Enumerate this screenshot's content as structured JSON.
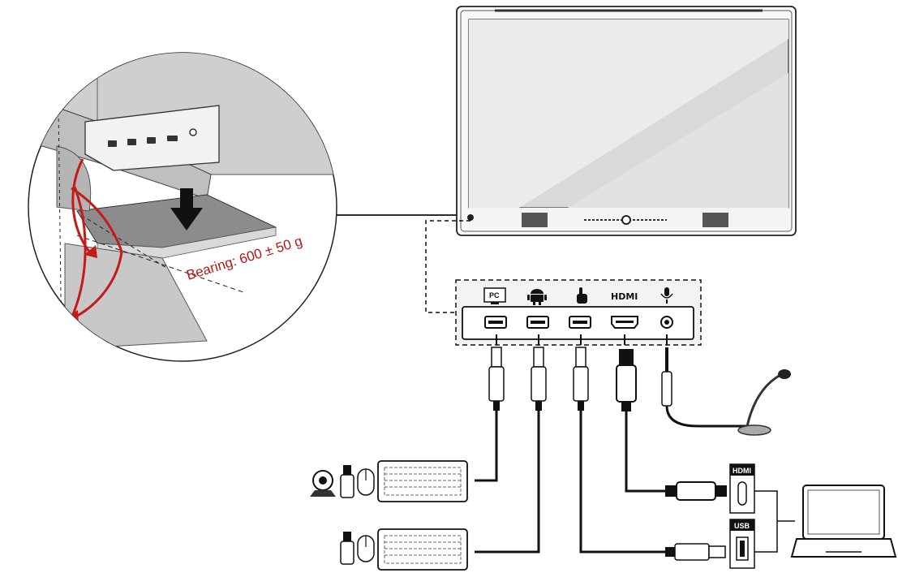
{
  "callout": {
    "bearing_text": "Bearing: 600 ± 50 g"
  },
  "ports": {
    "pc_label": "PC",
    "hdmi_label": "HDMI",
    "icons": [
      "monitor-pc-icon",
      "android-icon",
      "touch-hand-icon",
      "hdmi-logo",
      "microphone-icon"
    ]
  },
  "laptop": {
    "hdmi_label": "HDMI",
    "usb_label": "USB"
  },
  "colors": {
    "bearing_text": "#b01818",
    "line": "#111111",
    "screen_fill": "#e6e6e6"
  }
}
